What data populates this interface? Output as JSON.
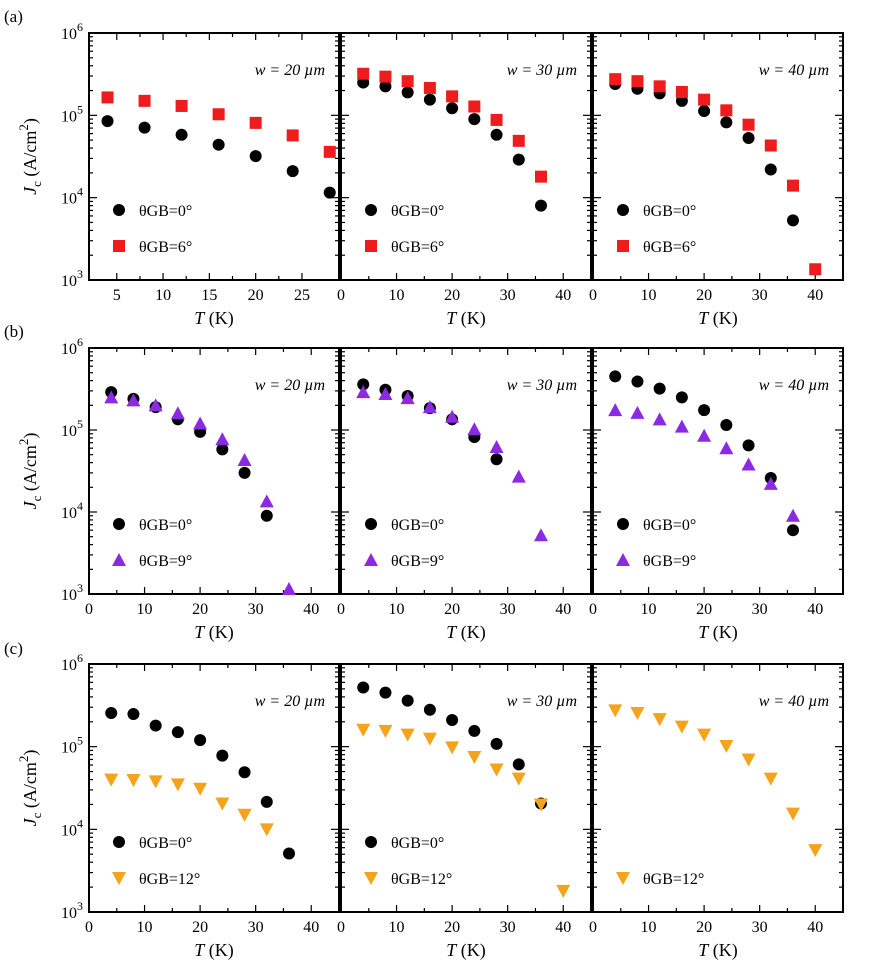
{
  "figure": {
    "rows": [
      "(a)",
      "(b)",
      "(c)"
    ],
    "x_axis_title": {
      "symbol": "T",
      "unit": " (K)"
    },
    "y_axis_title": {
      "symbol": "J",
      "sub": "c",
      "unit": " (A/cm",
      "sup": "2",
      "close": ")"
    }
  },
  "colors": {
    "black": "#000000",
    "red": "#ee1c1c",
    "purple": "#8a2be2",
    "orange": "#f5a31a"
  },
  "chart_data": [
    {
      "type": "scatter",
      "row": "a",
      "col": 0,
      "label": "w = 20 µm",
      "xlim": [
        2,
        29
      ],
      "xticks": [
        5,
        10,
        15,
        20,
        25
      ],
      "yscale": "log",
      "ylim": [
        1000,
        1000000
      ],
      "series": [
        {
          "name": "θGB=0°",
          "marker": "circle",
          "color": "#000000",
          "x": [
            4,
            8,
            12,
            16,
            20,
            24,
            28
          ],
          "y": [
            85000,
            71000,
            58000,
            44000,
            32000,
            21000,
            11500
          ]
        },
        {
          "name": "θGB=6°",
          "marker": "square",
          "color": "#ee1c1c",
          "x": [
            4,
            8,
            12,
            16,
            20,
            24,
            28
          ],
          "y": [
            165000,
            150000,
            130000,
            103000,
            81000,
            57000,
            36000
          ]
        }
      ]
    },
    {
      "type": "scatter",
      "row": "a",
      "col": 1,
      "label": "w = 30 µm",
      "xlim": [
        0,
        45
      ],
      "xticks": [
        0,
        10,
        20,
        30,
        40
      ],
      "yscale": "log",
      "ylim": [
        1000,
        1000000
      ],
      "series": [
        {
          "name": "θGB=0°",
          "marker": "circle",
          "color": "#000000",
          "x": [
            4,
            8,
            12,
            16,
            20,
            24,
            28,
            32,
            36
          ],
          "y": [
            250000,
            225000,
            190000,
            155000,
            122000,
            90000,
            58000,
            29000,
            8000
          ]
        },
        {
          "name": "θGB=6°",
          "marker": "square",
          "color": "#ee1c1c",
          "x": [
            4,
            8,
            12,
            16,
            20,
            24,
            28,
            32,
            36
          ],
          "y": [
            320000,
            295000,
            260000,
            215000,
            170000,
            128000,
            88000,
            49000,
            18000
          ]
        }
      ]
    },
    {
      "type": "scatter",
      "row": "a",
      "col": 2,
      "label": "w = 40 µm",
      "xlim": [
        0,
        45
      ],
      "xticks": [
        0,
        10,
        20,
        30,
        40
      ],
      "yscale": "log",
      "ylim": [
        1000,
        1000000
      ],
      "series": [
        {
          "name": "θGB=0°",
          "marker": "circle",
          "color": "#000000",
          "x": [
            4,
            8,
            12,
            16,
            20,
            24,
            28,
            32,
            36
          ],
          "y": [
            240000,
            210000,
            185000,
            150000,
            113000,
            82000,
            53000,
            22000,
            5300
          ]
        },
        {
          "name": "θGB=6°",
          "marker": "square",
          "color": "#ee1c1c",
          "x": [
            4,
            8,
            12,
            16,
            20,
            24,
            28,
            32,
            36,
            40
          ],
          "y": [
            275000,
            260000,
            225000,
            192000,
            155000,
            115000,
            77000,
            43000,
            14000,
            1350
          ]
        }
      ]
    },
    {
      "type": "scatter",
      "row": "b",
      "col": 0,
      "label": "w = 20 µm",
      "xlim": [
        0,
        45
      ],
      "xticks": [
        0,
        10,
        20,
        30,
        40
      ],
      "yscale": "log",
      "ylim": [
        1000,
        1000000
      ],
      "series": [
        {
          "name": "θGB=0°",
          "marker": "circle",
          "color": "#000000",
          "x": [
            4,
            8,
            12,
            16,
            20,
            24,
            28,
            32
          ],
          "y": [
            290000,
            240000,
            190000,
            135000,
            95000,
            58000,
            30000,
            9000
          ]
        },
        {
          "name": "θGB=9°",
          "marker": "triangle-up",
          "color": "#8a2be2",
          "x": [
            4,
            8,
            12,
            16,
            20,
            24,
            28,
            32,
            36
          ],
          "y": [
            250000,
            230000,
            200000,
            160000,
            120000,
            77000,
            43000,
            13500,
            1150
          ]
        }
      ]
    },
    {
      "type": "scatter",
      "row": "b",
      "col": 1,
      "label": "w = 30 µm",
      "xlim": [
        0,
        45
      ],
      "xticks": [
        0,
        10,
        20,
        30,
        40
      ],
      "yscale": "log",
      "ylim": [
        1000,
        1000000
      ],
      "series": [
        {
          "name": "θGB=0°",
          "marker": "circle",
          "color": "#000000",
          "x": [
            4,
            8,
            12,
            16,
            20,
            24,
            28
          ],
          "y": [
            360000,
            310000,
            260000,
            185000,
            135000,
            82000,
            44000
          ]
        },
        {
          "name": "θGB=9°",
          "marker": "triangle-up",
          "color": "#8a2be2",
          "x": [
            4,
            8,
            12,
            16,
            20,
            24,
            28,
            32,
            36
          ],
          "y": [
            290000,
            275000,
            245000,
            190000,
            145000,
            102000,
            62000,
            27000,
            5200
          ]
        }
      ]
    },
    {
      "type": "scatter",
      "row": "b",
      "col": 2,
      "label": "w = 40 µm",
      "xlim": [
        0,
        45
      ],
      "xticks": [
        0,
        10,
        20,
        30,
        40
      ],
      "yscale": "log",
      "ylim": [
        1000,
        1000000
      ],
      "series": [
        {
          "name": "θGB=0°",
          "marker": "circle",
          "color": "#000000",
          "x": [
            4,
            8,
            12,
            16,
            20,
            24,
            28,
            32,
            36
          ],
          "y": [
            450000,
            390000,
            320000,
            250000,
            175000,
            115000,
            65000,
            26000,
            6000
          ]
        },
        {
          "name": "θGB=9°",
          "marker": "triangle-up",
          "color": "#8a2be2",
          "x": [
            4,
            8,
            12,
            16,
            20,
            24,
            28,
            32,
            36
          ],
          "y": [
            175000,
            162000,
            135000,
            110000,
            85000,
            60000,
            38000,
            22000,
            9000
          ]
        }
      ]
    },
    {
      "type": "scatter",
      "row": "c",
      "col": 0,
      "label": "w = 20 µm",
      "xlim": [
        0,
        45
      ],
      "xticks": [
        0,
        10,
        20,
        30,
        40
      ],
      "yscale": "log",
      "ylim": [
        1000,
        1000000
      ],
      "series": [
        {
          "name": "θGB=0°",
          "marker": "circle",
          "color": "#000000",
          "x": [
            4,
            8,
            12,
            16,
            20,
            24,
            28,
            32,
            36
          ],
          "y": [
            255000,
            248000,
            180000,
            150000,
            120000,
            78000,
            49000,
            21500,
            5100
          ]
        },
        {
          "name": "θGB=12°",
          "marker": "triangle-down",
          "color": "#f5a31a",
          "x": [
            4,
            8,
            12,
            16,
            20,
            24,
            28,
            32
          ],
          "y": [
            40000,
            39500,
            38000,
            35000,
            31000,
            20500,
            15000,
            10000
          ]
        }
      ]
    },
    {
      "type": "scatter",
      "row": "c",
      "col": 1,
      "label": "w = 30 µm",
      "xlim": [
        0,
        45
      ],
      "xticks": [
        0,
        10,
        20,
        30,
        40
      ],
      "yscale": "log",
      "ylim": [
        1000,
        1000000
      ],
      "series": [
        {
          "name": "θGB=0°",
          "marker": "circle",
          "color": "#000000",
          "x": [
            4,
            8,
            12,
            16,
            20,
            24,
            28,
            32,
            36
          ],
          "y": [
            520000,
            450000,
            360000,
            280000,
            210000,
            155000,
            108000,
            61000,
            20500
          ]
        },
        {
          "name": "θGB=12°",
          "marker": "triangle-down",
          "color": "#f5a31a",
          "x": [
            4,
            8,
            12,
            16,
            20,
            24,
            28,
            32,
            36,
            40
          ],
          "y": [
            160000,
            155000,
            140000,
            125000,
            98000,
            75000,
            53000,
            41000,
            20000,
            1800
          ]
        }
      ]
    },
    {
      "type": "scatter",
      "row": "c",
      "col": 2,
      "label": "w = 40 µm",
      "xlim": [
        0,
        45
      ],
      "xticks": [
        0,
        10,
        20,
        30,
        40
      ],
      "yscale": "log",
      "ylim": [
        1000,
        1000000
      ],
      "series": [
        {
          "name": "θGB=12°",
          "marker": "triangle-down",
          "color": "#f5a31a",
          "x": [
            4,
            8,
            12,
            16,
            20,
            24,
            28,
            32,
            36,
            40
          ],
          "y": [
            275000,
            255000,
            215000,
            175000,
            140000,
            102000,
            70000,
            41000,
            15500,
            5600
          ]
        }
      ]
    }
  ]
}
